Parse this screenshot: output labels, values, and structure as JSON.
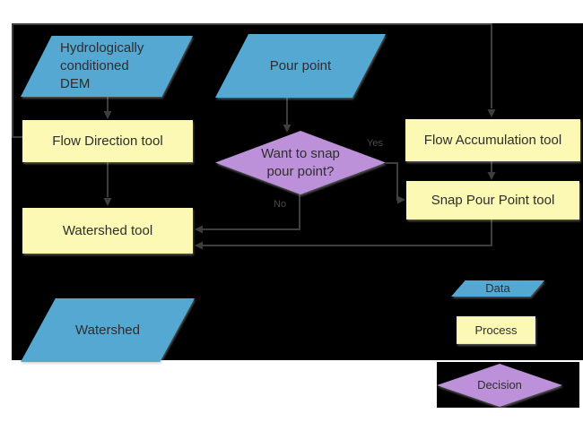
{
  "flowchart": {
    "description": "Watershed delineation workflow diagram",
    "nodes": {
      "dem": {
        "line1": "Hydrologically",
        "line2": "conditioned",
        "line3": "DEM",
        "type": "data"
      },
      "pour_point": {
        "label": "Pour point",
        "type": "data"
      },
      "flow_direction": {
        "label": "Flow Direction tool",
        "type": "process"
      },
      "flow_accumulation": {
        "label": "Flow Accumulation tool",
        "type": "process"
      },
      "decision": {
        "line1": "Want to snap",
        "line2": "pour point?",
        "type": "decision"
      },
      "snap_pour_point": {
        "label": "Snap Pour Point tool",
        "type": "process"
      },
      "watershed_tool": {
        "label": "Watershed tool",
        "type": "process"
      },
      "watershed": {
        "label": "Watershed",
        "type": "data"
      }
    },
    "branch_labels": {
      "yes": "Yes",
      "no": "No"
    },
    "legend": {
      "data_label": "Data",
      "process_label": "Process",
      "decision_label": "Decision"
    },
    "colors": {
      "data_fill": "#54a8d2",
      "process_fill": "#fbf9b4",
      "decision_fill": "#bc91da",
      "connector": "#3e3e3e",
      "background": "#000000",
      "text": "#2e2e2e"
    }
  }
}
